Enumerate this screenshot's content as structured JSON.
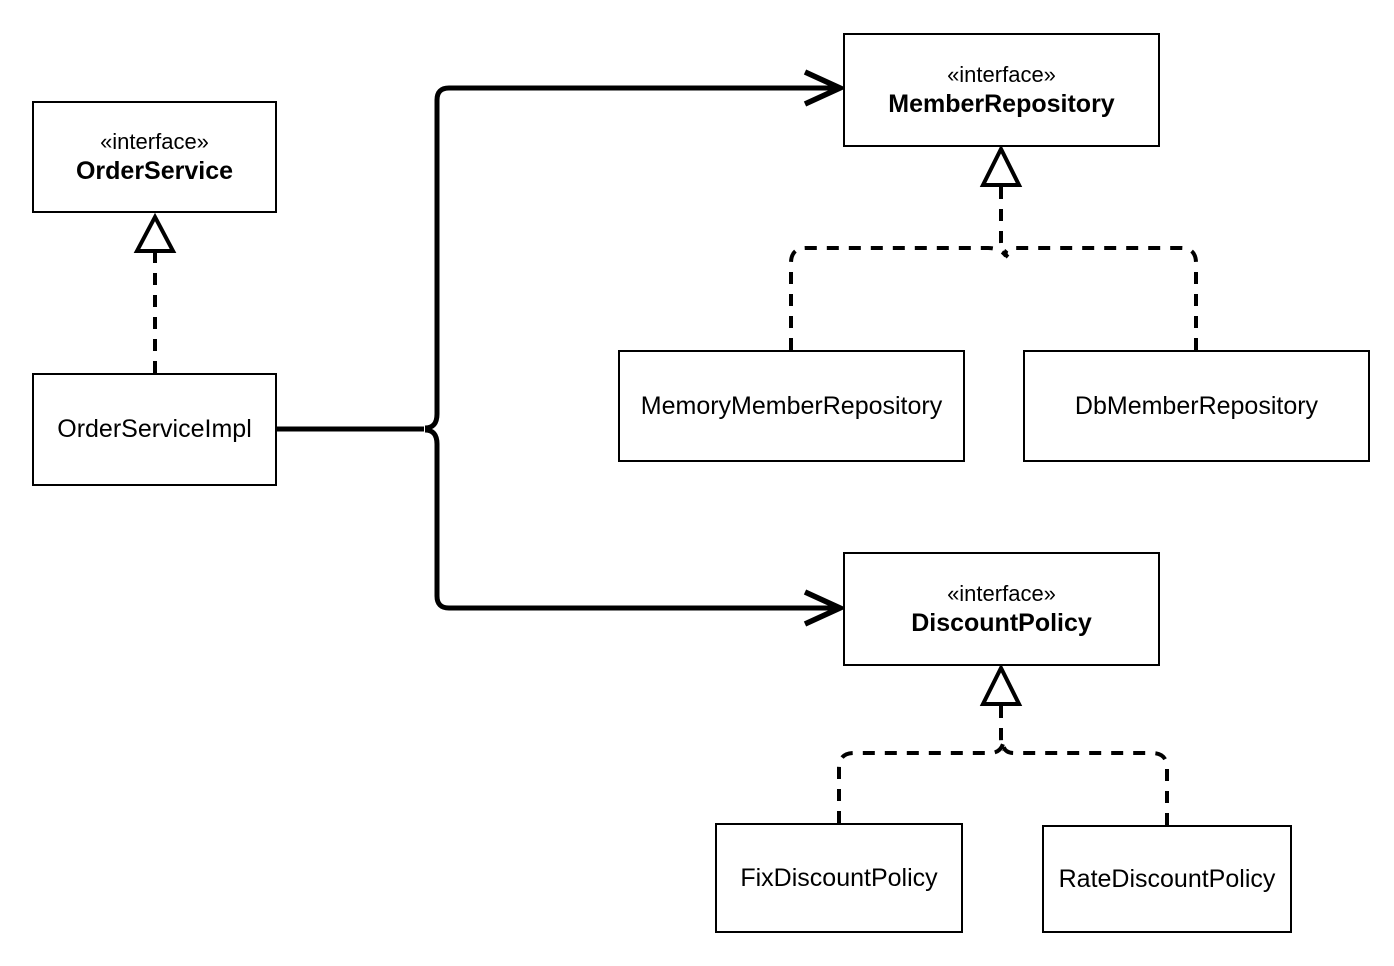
{
  "colors": {
    "background": "#ffffff",
    "line": "#000000",
    "box_fill": "#ffffff",
    "box_border": "#000000",
    "text": "#000000"
  },
  "nodes": {
    "order_service": {
      "stereotype": "«interface»",
      "name": "OrderService"
    },
    "order_service_impl": {
      "name": "OrderServiceImpl"
    },
    "member_repository": {
      "stereotype": "«interface»",
      "name": "MemberRepository"
    },
    "memory_member_repository": {
      "name": "MemoryMemberRepository"
    },
    "db_member_repository": {
      "name": "DbMemberRepository"
    },
    "discount_policy": {
      "stereotype": "«interface»",
      "name": "DiscountPolicy"
    },
    "fix_discount_policy": {
      "name": "FixDiscountPolicy"
    },
    "rate_discount_policy": {
      "name": "RateDiscountPolicy"
    }
  },
  "edges": [
    {
      "from": "OrderServiceImpl",
      "to": "OrderService",
      "type": "realization",
      "style": "dashed line, hollow triangle head"
    },
    {
      "from": "MemoryMemberRepository",
      "to": "MemberRepository",
      "type": "realization",
      "style": "dashed line, shared hollow triangle head"
    },
    {
      "from": "DbMemberRepository",
      "to": "MemberRepository",
      "type": "realization",
      "style": "dashed line, shared hollow triangle head"
    },
    {
      "from": "FixDiscountPolicy",
      "to": "DiscountPolicy",
      "type": "realization",
      "style": "dashed line, shared hollow triangle head"
    },
    {
      "from": "RateDiscountPolicy",
      "to": "DiscountPolicy",
      "type": "realization",
      "style": "dashed line, shared hollow triangle head"
    },
    {
      "from": "OrderServiceImpl",
      "to": "MemberRepository",
      "type": "dependency",
      "style": "solid line, open arrow head"
    },
    {
      "from": "OrderServiceImpl",
      "to": "DiscountPolicy",
      "type": "dependency",
      "style": "solid line, open arrow head"
    }
  ]
}
